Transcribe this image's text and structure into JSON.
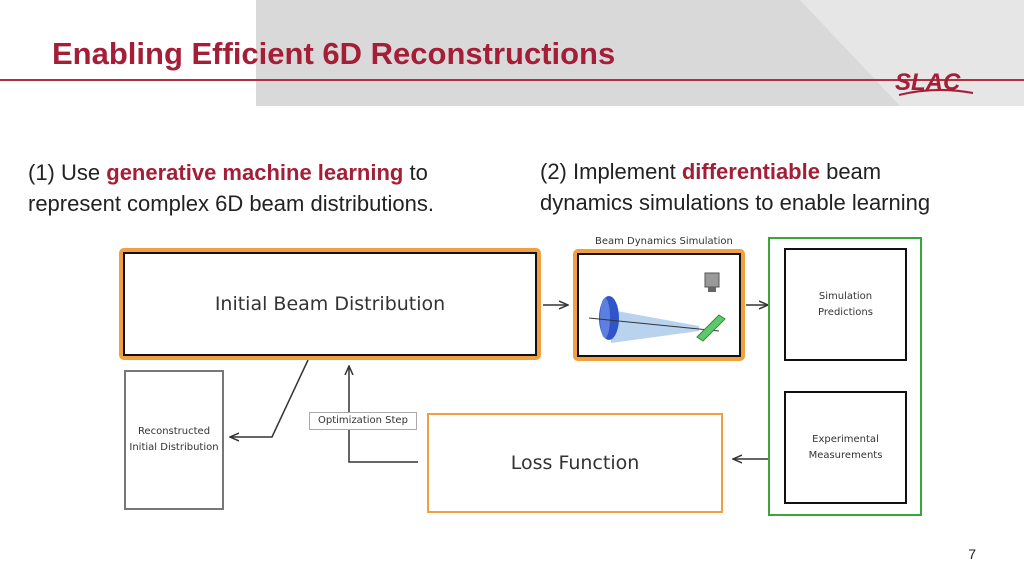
{
  "slide": {
    "title": "Enabling Efficient 6D Reconstructions",
    "logo_text": "SLAC",
    "page_number": "7",
    "accent_color": "#a51e37"
  },
  "points": {
    "first": {
      "prefix": "(1) Use ",
      "highlight": "generative machine learning",
      "suffix_line1": " to",
      "line2": "represent complex 6D beam distributions."
    },
    "second": {
      "prefix": "(2) Implement ",
      "highlight": "differentiable",
      "suffix_line1": " beam",
      "line2": "dynamics simulations to enable learning"
    }
  },
  "diagram": {
    "initial_beam": "Initial Beam Distribution",
    "sim_label": "Beam Dynamics Simulation",
    "sim_predictions_1": "Simulation",
    "sim_predictions_2": "Predictions",
    "experimental_1": "Experimental",
    "experimental_2": "Measurements",
    "loss_function": "Loss Function",
    "reconstructed_1": "Reconstructed",
    "reconstructed_2": "Initial Distribution",
    "optimization_step": "Optimization Step",
    "colors": {
      "orange": "#f0a040",
      "green": "#3aa63a",
      "beam_blue": "#a8c8ea",
      "lens_blue": "#2f55c9",
      "screen_green": "#5fc86b"
    }
  }
}
